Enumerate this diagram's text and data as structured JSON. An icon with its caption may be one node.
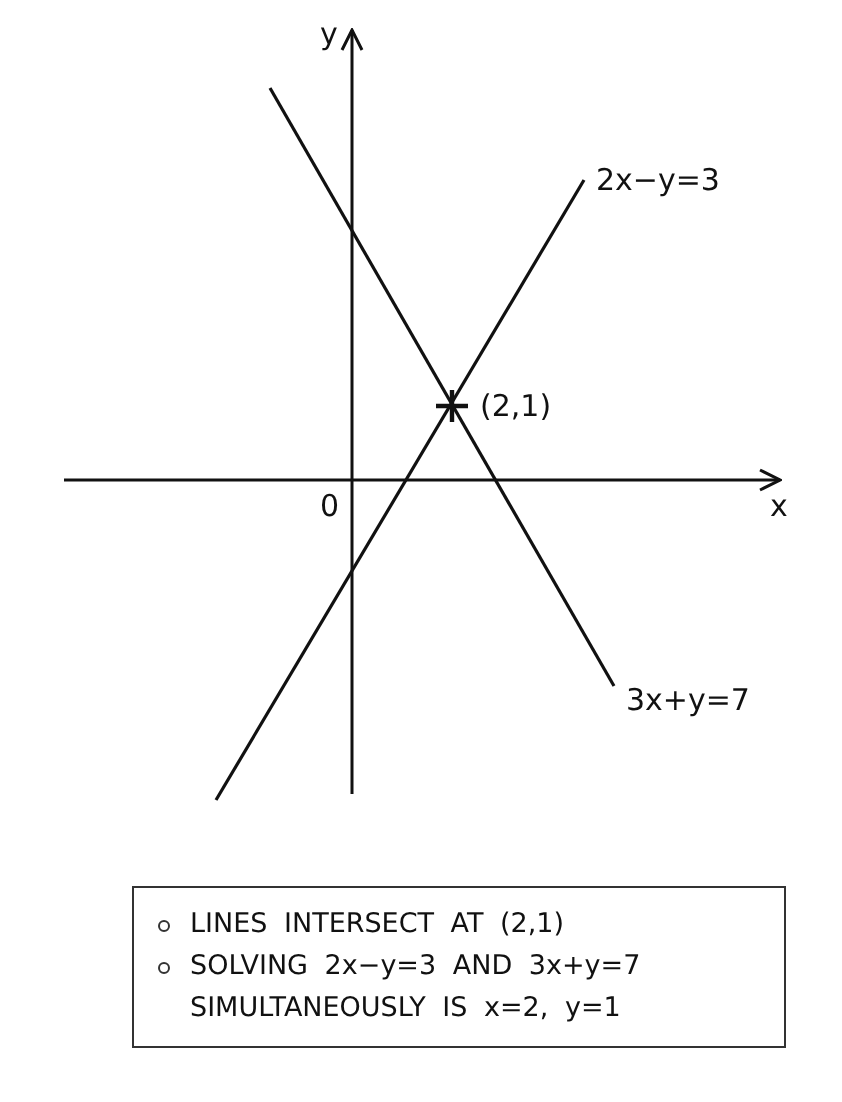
{
  "diagram": {
    "nodes": [
      {
        "text": [
          "LINES INTERSECT AT (2,1)",
          "SOLVING 2x−y=3 AND 3x+y=7 SIMULTANEOUSLY IS x=2, y=1"
        ]
      }
    ],
    "labels": [
      "y",
      "2x−y=3",
      "(2,1)",
      "0",
      "x",
      "3x+y=7"
    ]
  }
}
